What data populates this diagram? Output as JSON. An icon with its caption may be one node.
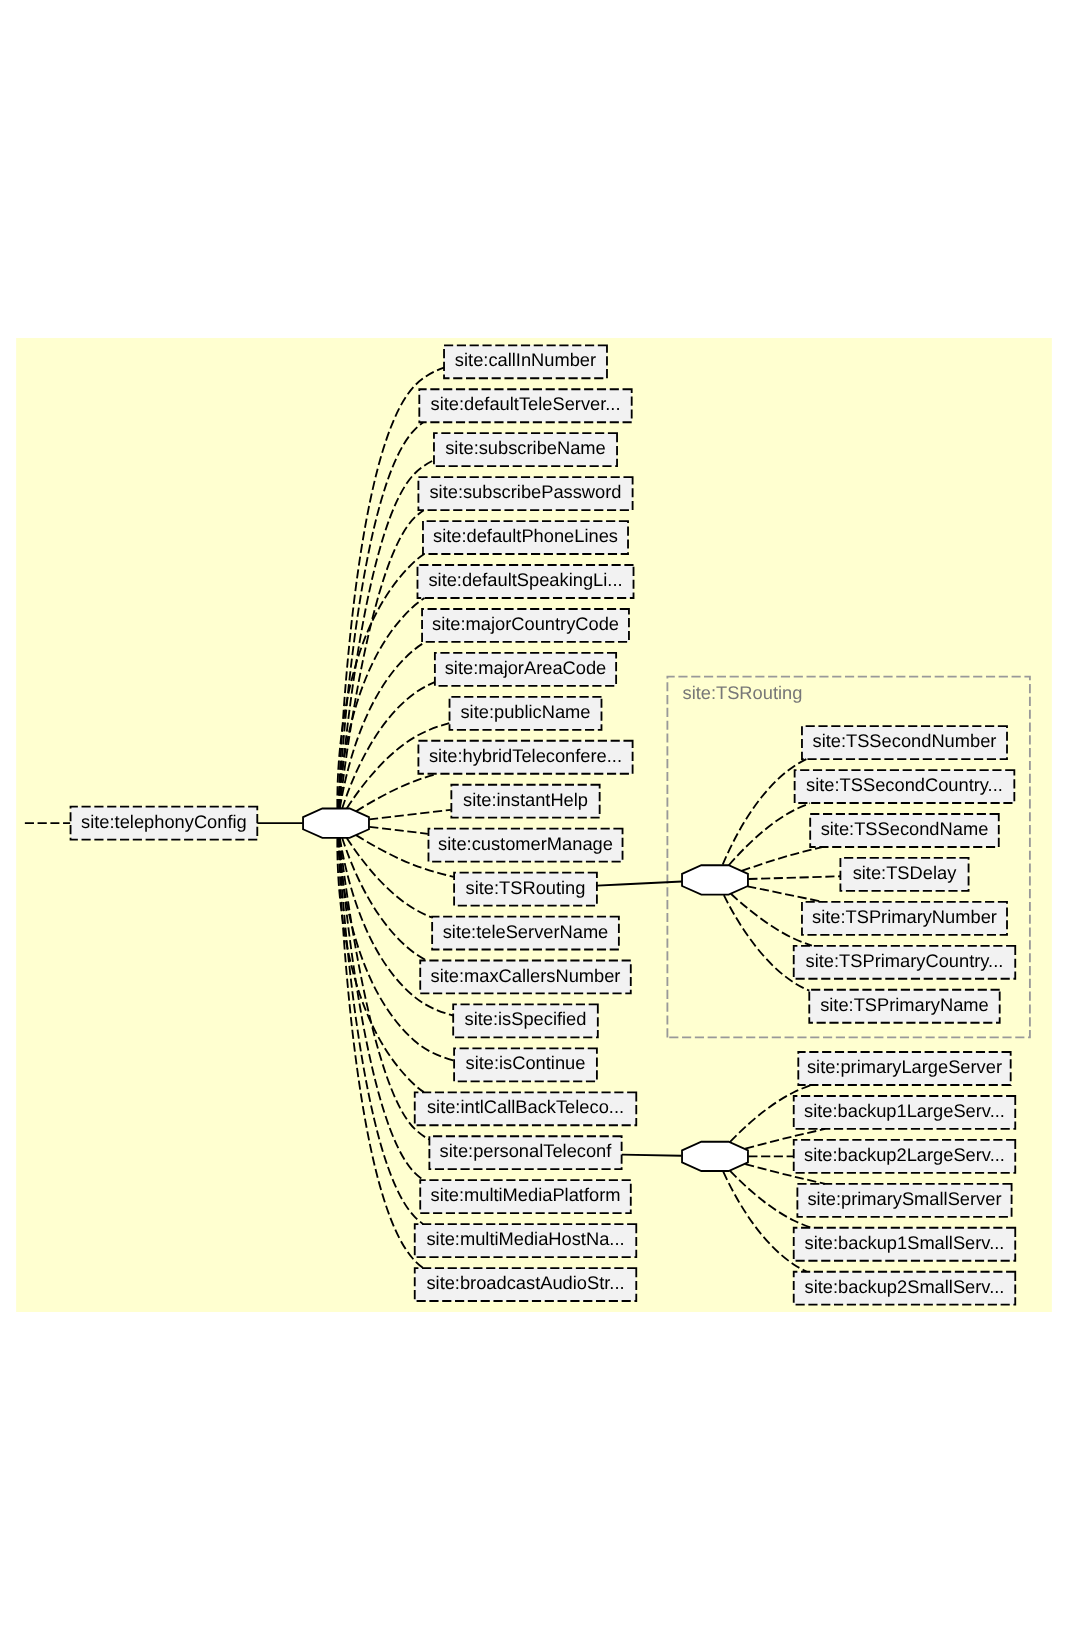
{
  "diagram": {
    "nodes": [
      {
        "text": [
          "site:telephonyConfig"
        ]
      },
      {
        "text": [],
        "shape": "octagon"
      },
      {
        "text": [
          "site:callInNumber"
        ]
      },
      {
        "text": [
          "site:defaultTeleServer..."
        ]
      },
      {
        "text": [
          "site:subscribeName"
        ]
      },
      {
        "text": [
          "site:subscribePassword"
        ]
      },
      {
        "text": [
          "site:defaultPhoneLines"
        ]
      },
      {
        "text": [
          "site:defaultSpeakingLi..."
        ]
      },
      {
        "text": [
          "site:majorCountryCode"
        ]
      },
      {
        "text": [
          "site:majorAreaCode"
        ]
      },
      {
        "text": [
          "site:publicName"
        ]
      },
      {
        "text": [
          "site:hybridTeleconfere..."
        ]
      },
      {
        "text": [
          "site:instantHelp"
        ]
      },
      {
        "text": [
          "site:customerManage"
        ]
      },
      {
        "text": [
          "site:TSRouting"
        ]
      },
      {
        "text": [
          "site:TSRouting"
        ]
      },
      {
        "text": [],
        "shape": "octagon",
        "in": 15
      },
      {
        "text": [
          "site:TSPrimaryName"
        ],
        "in": 15
      },
      {
        "text": [
          "site:TSPrimaryCountry..."
        ],
        "in": 15
      },
      {
        "text": [
          "site:TSPrimaryNumber"
        ],
        "in": 15
      },
      {
        "text": [
          "site:TSDelay"
        ],
        "in": 15
      },
      {
        "text": [
          "site:TSSecondName"
        ],
        "in": 15
      },
      {
        "text": [
          "site:TSSecondCountry..."
        ],
        "in": 15
      },
      {
        "text": [
          "site:TSSecondNumber"
        ],
        "in": 15
      },
      {
        "text": [
          "site:teleServerName"
        ]
      },
      {
        "text": [
          "site:maxCallersNumber"
        ]
      },
      {
        "text": [
          "site:isSpecified"
        ]
      },
      {
        "text": [
          "site:isContinue"
        ]
      },
      {
        "text": [
          "site:intlCallBackTeleco..."
        ]
      },
      {
        "text": [
          "site:personalTeleconf"
        ]
      },
      {
        "text": [],
        "shape": "octagon"
      },
      {
        "text": [
          "site:primaryLargeServer"
        ]
      },
      {
        "text": [
          "site:backup1LargeServ..."
        ]
      },
      {
        "text": [
          "site:backup2LargeServ..."
        ]
      },
      {
        "text": [
          "site:primarySmallServer"
        ]
      },
      {
        "text": [
          "site:backup1SmallServ..."
        ]
      },
      {
        "text": [
          "site:backup2SmallServ..."
        ]
      },
      {
        "text": [
          "site:multiMediaPlatform"
        ]
      },
      {
        "text": [
          "site:multiMediaHostNa..."
        ]
      },
      {
        "text": [
          "site:broadcastAudioStr..."
        ]
      }
    ],
    "edges": [
      {
        "from": null,
        "to": 0,
        "arrow": "none",
        "style": "dashed"
      },
      {
        "from": 0,
        "to": 1,
        "arrow": "none"
      },
      {
        "from": 1,
        "to": 2,
        "arrow": "none",
        "style": "dashed"
      },
      {
        "from": 1,
        "to": 3,
        "arrow": "none",
        "style": "dashed"
      },
      {
        "from": 1,
        "to": 4,
        "arrow": "none",
        "style": "dashed"
      },
      {
        "from": 1,
        "to": 5,
        "arrow": "none",
        "style": "dashed"
      },
      {
        "from": 1,
        "to": 6,
        "arrow": "none",
        "style": "dashed"
      },
      {
        "from": 1,
        "to": 7,
        "arrow": "none",
        "style": "dashed"
      },
      {
        "from": 1,
        "to": 8,
        "arrow": "none",
        "style": "dashed"
      },
      {
        "from": 1,
        "to": 9,
        "arrow": "none",
        "style": "dashed"
      },
      {
        "from": 1,
        "to": 10,
        "arrow": "none",
        "style": "dashed"
      },
      {
        "from": 1,
        "to": 11,
        "arrow": "none",
        "style": "dashed"
      },
      {
        "from": 1,
        "to": 12,
        "arrow": "none",
        "style": "dashed"
      },
      {
        "from": 1,
        "to": 13,
        "arrow": "none",
        "style": "dashed"
      },
      {
        "from": 1,
        "to": 14,
        "arrow": "none",
        "style": "dashed"
      },
      {
        "from": 14,
        "to": 16,
        "arrow": "none"
      },
      {
        "from": 16,
        "to": 17,
        "arrow": "none",
        "style": "dashed"
      },
      {
        "from": 16,
        "to": 18,
        "arrow": "none",
        "style": "dashed"
      },
      {
        "from": 16,
        "to": 19,
        "arrow": "none",
        "style": "dashed"
      },
      {
        "from": 16,
        "to": 20,
        "arrow": "none",
        "style": "dashed"
      },
      {
        "from": 16,
        "to": 21,
        "arrow": "none",
        "style": "dashed"
      },
      {
        "from": 16,
        "to": 22,
        "arrow": "none",
        "style": "dashed"
      },
      {
        "from": 16,
        "to": 23,
        "arrow": "none",
        "style": "dashed"
      },
      {
        "from": 1,
        "to": 24,
        "arrow": "none",
        "style": "dashed"
      },
      {
        "from": 1,
        "to": 25,
        "arrow": "none",
        "style": "dashed"
      },
      {
        "from": 1,
        "to": 26,
        "arrow": "none",
        "style": "dashed"
      },
      {
        "from": 1,
        "to": 27,
        "arrow": "none",
        "style": "dashed"
      },
      {
        "from": 1,
        "to": 28,
        "arrow": "none",
        "style": "dashed"
      },
      {
        "from": 1,
        "to": 29,
        "arrow": "none",
        "style": "dashed"
      },
      {
        "from": 29,
        "to": 30,
        "arrow": "none"
      },
      {
        "from": 30,
        "to": 31,
        "arrow": "none",
        "style": "dashed"
      },
      {
        "from": 30,
        "to": 32,
        "arrow": "none",
        "style": "dashed"
      },
      {
        "from": 30,
        "to": 33,
        "arrow": "none",
        "style": "dashed"
      },
      {
        "from": 30,
        "to": 34,
        "arrow": "none",
        "style": "dashed"
      },
      {
        "from": 30,
        "to": 35,
        "arrow": "none",
        "style": "dashed"
      },
      {
        "from": 30,
        "to": 36,
        "arrow": "none",
        "style": "dashed"
      },
      {
        "from": 1,
        "to": 37,
        "arrow": "none",
        "style": "dashed"
      },
      {
        "from": 1,
        "to": 38,
        "arrow": "none",
        "style": "dashed"
      },
      {
        "from": 1,
        "to": 39,
        "arrow": "none",
        "style": "dashed"
      }
    ]
  }
}
